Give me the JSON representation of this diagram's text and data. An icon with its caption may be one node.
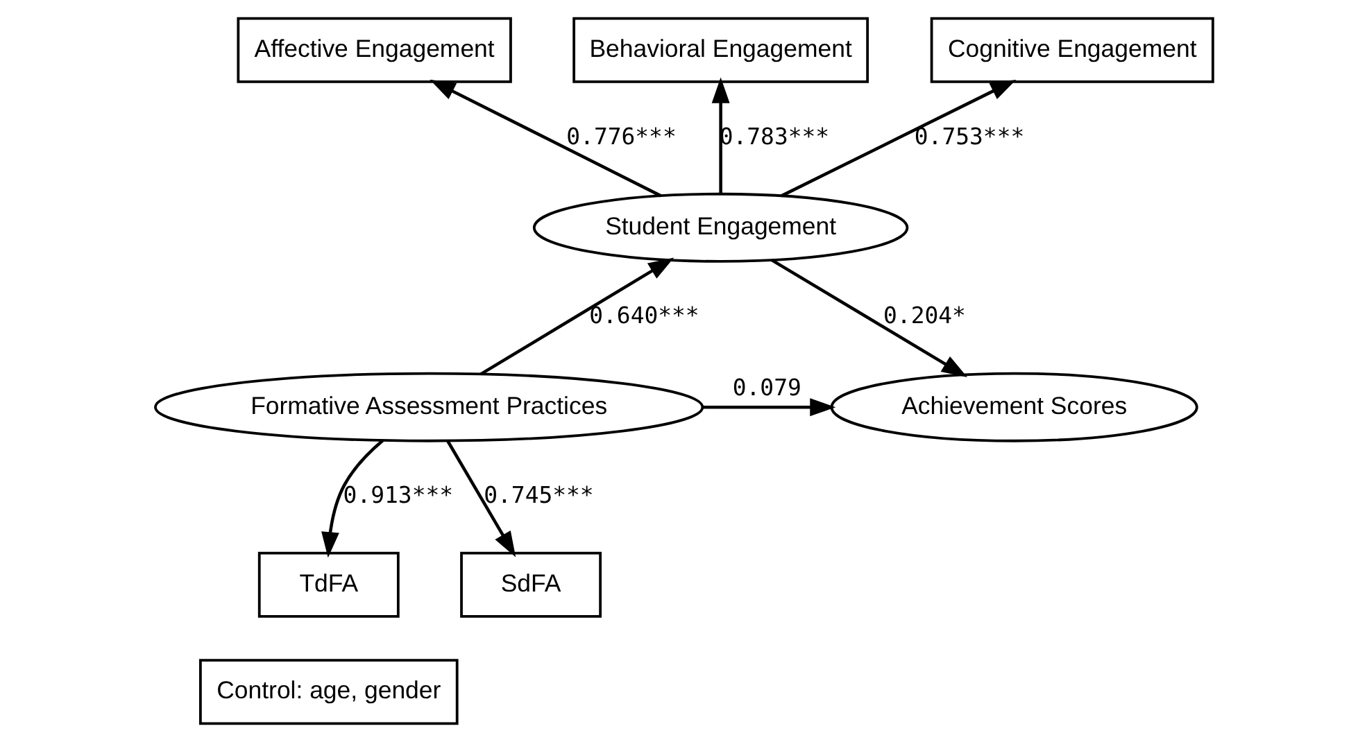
{
  "diagram": {
    "nodes": [
      {
        "text": [
          "Affective Engagement"
        ]
      },
      {
        "text": [
          "Behavioral Engagement"
        ]
      },
      {
        "text": [
          "Cognitive Engagement"
        ]
      },
      {
        "text": [
          "Student Engagement"
        ]
      },
      {
        "text": [
          "TdFA"
        ]
      },
      {
        "text": [
          "Formative Assessment Practices"
        ]
      },
      {
        "text": [
          "Achievement Scores"
        ]
      },
      {
        "text": [
          "SdFA"
        ]
      },
      {
        "text": [
          "Control: age, gender"
        ]
      }
    ],
    "edges": [
      {
        "from": 3,
        "to": 0,
        "arrow": "to",
        "label": "0.776***"
      },
      {
        "from": 3,
        "to": 1,
        "arrow": "to",
        "label": "0.783***"
      },
      {
        "from": 3,
        "to": 2,
        "arrow": "to",
        "label": "0.753***"
      },
      {
        "from": 5,
        "to": 3,
        "arrow": "to",
        "label": "0.640***"
      },
      {
        "from": 3,
        "to": 6,
        "arrow": "to",
        "label": "0.204*"
      },
      {
        "from": 5,
        "to": 4,
        "arrow": "to",
        "label": "0.913***"
      },
      {
        "from": 5,
        "to": 6,
        "arrow": "to",
        "label": "0.079"
      },
      {
        "from": 5,
        "to": 7,
        "arrow": "to",
        "label": "0.745***"
      }
    ]
  }
}
